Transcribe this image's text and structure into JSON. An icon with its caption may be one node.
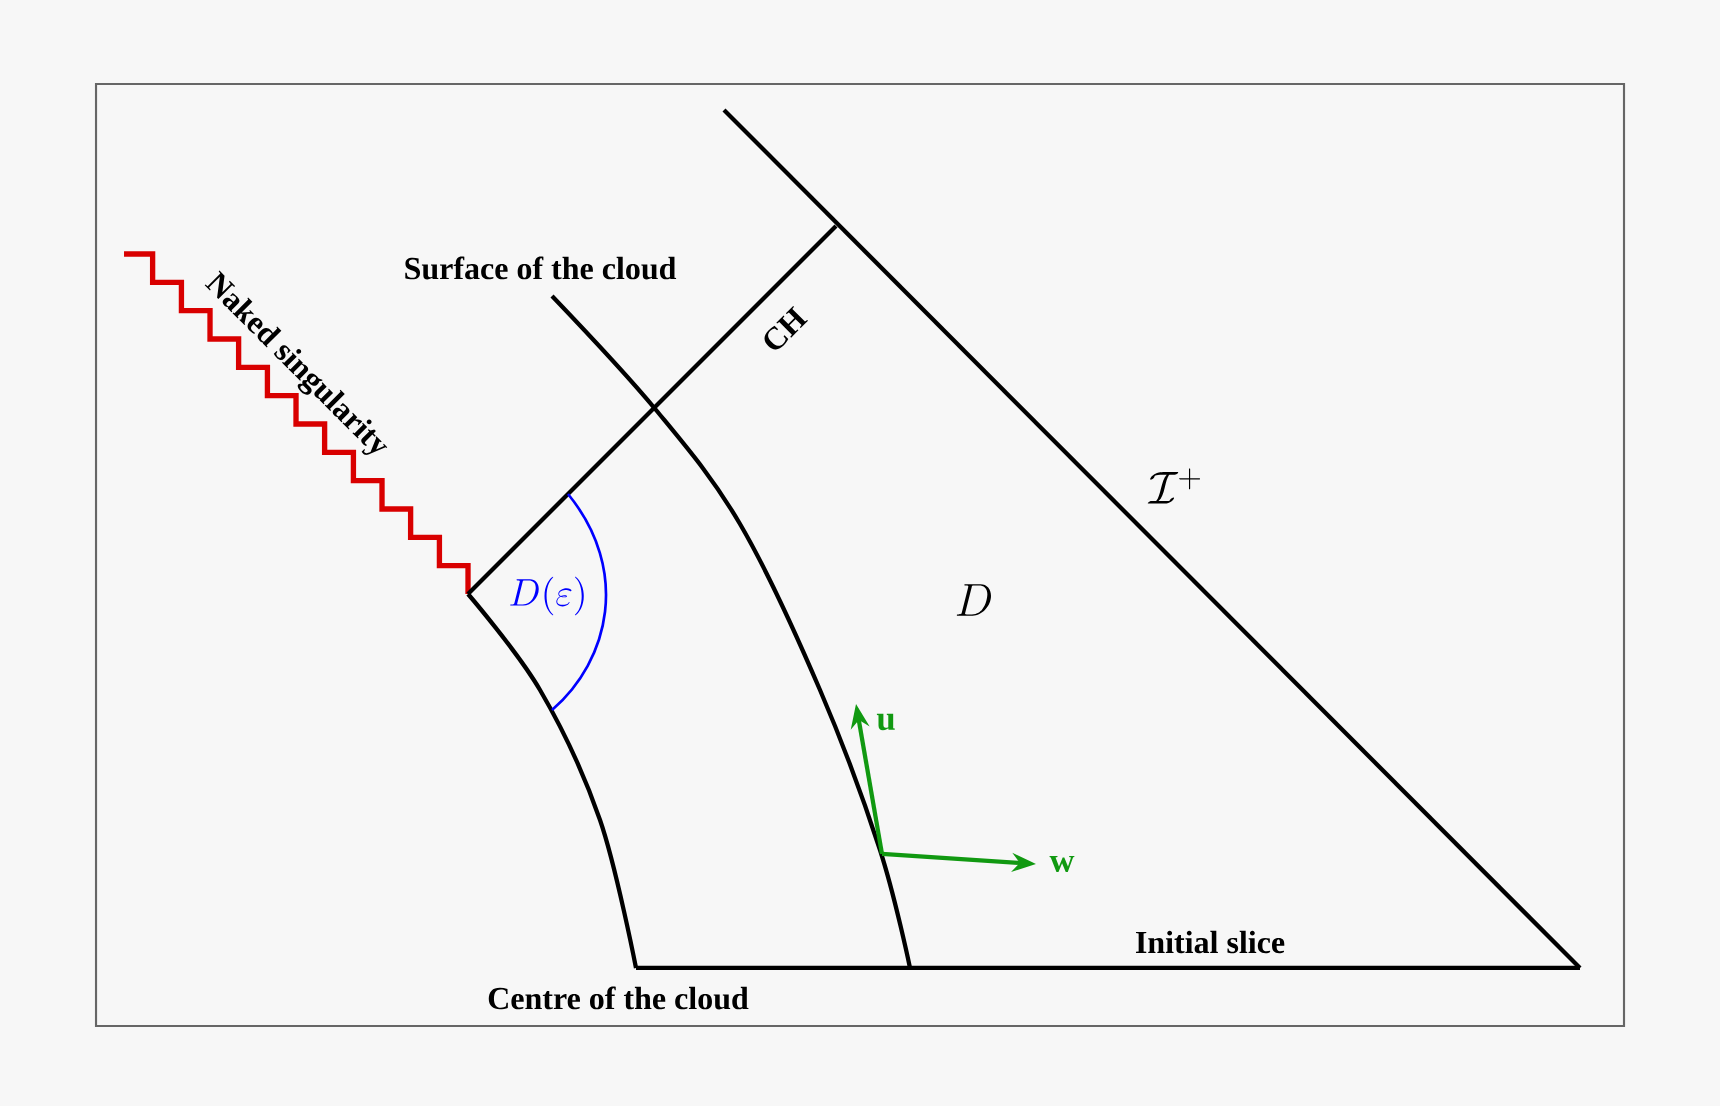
{
  "diagram": {
    "labels": [
      "Naked singularity",
      "Surface of the cloud",
      "CH",
      "\\mathcal{I}^{+}",
      "D",
      "D(\\varepsilon)",
      "u",
      "w",
      "Initial slice",
      "Centre of the cloud"
    ]
  }
}
